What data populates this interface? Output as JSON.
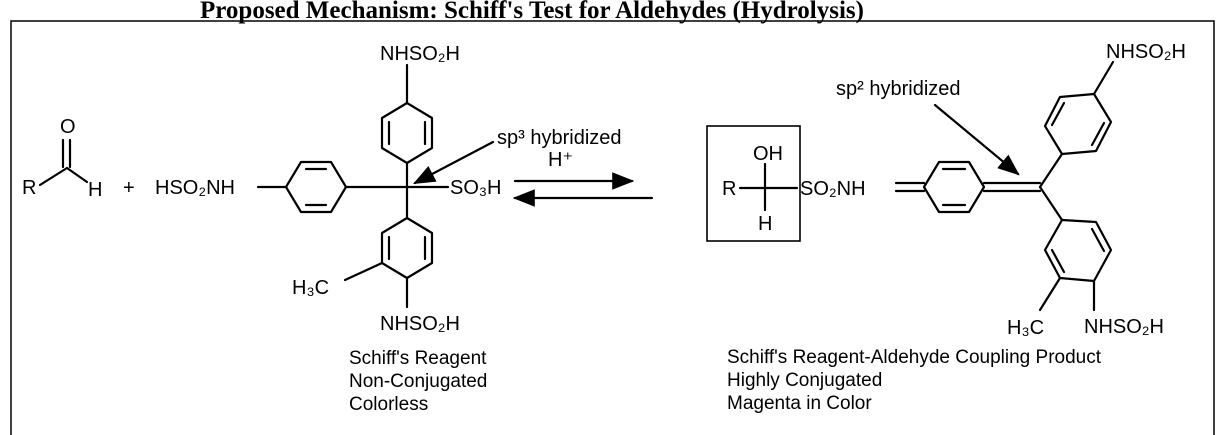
{
  "title": "Proposed Mechanism: Schiff's Test for Aldehydes (Hydrolysis)",
  "title_visible": "Proposed Mechanism: Schiff's Test for Aldehydes (Hydrolysis)",
  "aldehyde": {
    "o": "O",
    "r": "R",
    "h": "H"
  },
  "plus": "+",
  "reagent": {
    "nhso2h_left": "HSO₂NH",
    "nhso2h_top": "NHSO₂H",
    "nhso2h_bottom": "NHSO₂H",
    "so3h": "SO₃H",
    "methyl": "H₃C",
    "hybrid_label": "sp³ hybridized",
    "caption": [
      "Schiff's Reagent",
      "Non-Conjugated",
      "Colorless"
    ]
  },
  "arrow": {
    "catalyst": "H⁺"
  },
  "product": {
    "boxed_oh": "OH",
    "boxed_r": "R",
    "boxed_h": "H",
    "so2nh": "SO₂NH",
    "nhso2h_top": "NHSO₂H",
    "nhso2h_bottom": "NHSO₂H",
    "methyl": "H₃C",
    "hybrid_label": "sp² hybridized",
    "caption": [
      "Schiff's Reagent-Aldehyde Coupling Product",
      "Highly Conjugated",
      "Magenta in Color"
    ]
  }
}
